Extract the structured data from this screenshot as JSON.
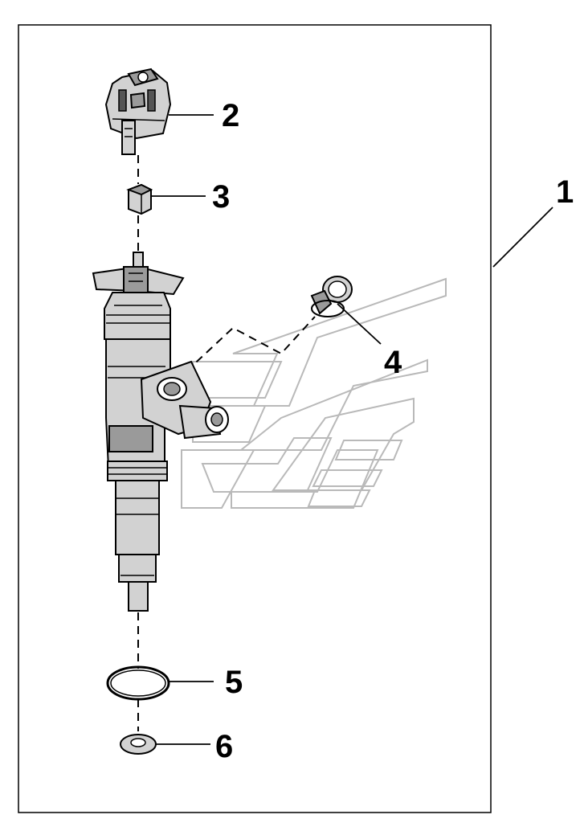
{
  "callouts": {
    "c1": "1",
    "c2": "2",
    "c3": "3",
    "c4": "4",
    "c5": "5",
    "c6": "6"
  },
  "colors": {
    "line": "#000000",
    "part_dark": "#555555",
    "part_mid": "#9a9a9a",
    "part_light": "#d2d2d2",
    "watermark": "#b9b9b9"
  }
}
